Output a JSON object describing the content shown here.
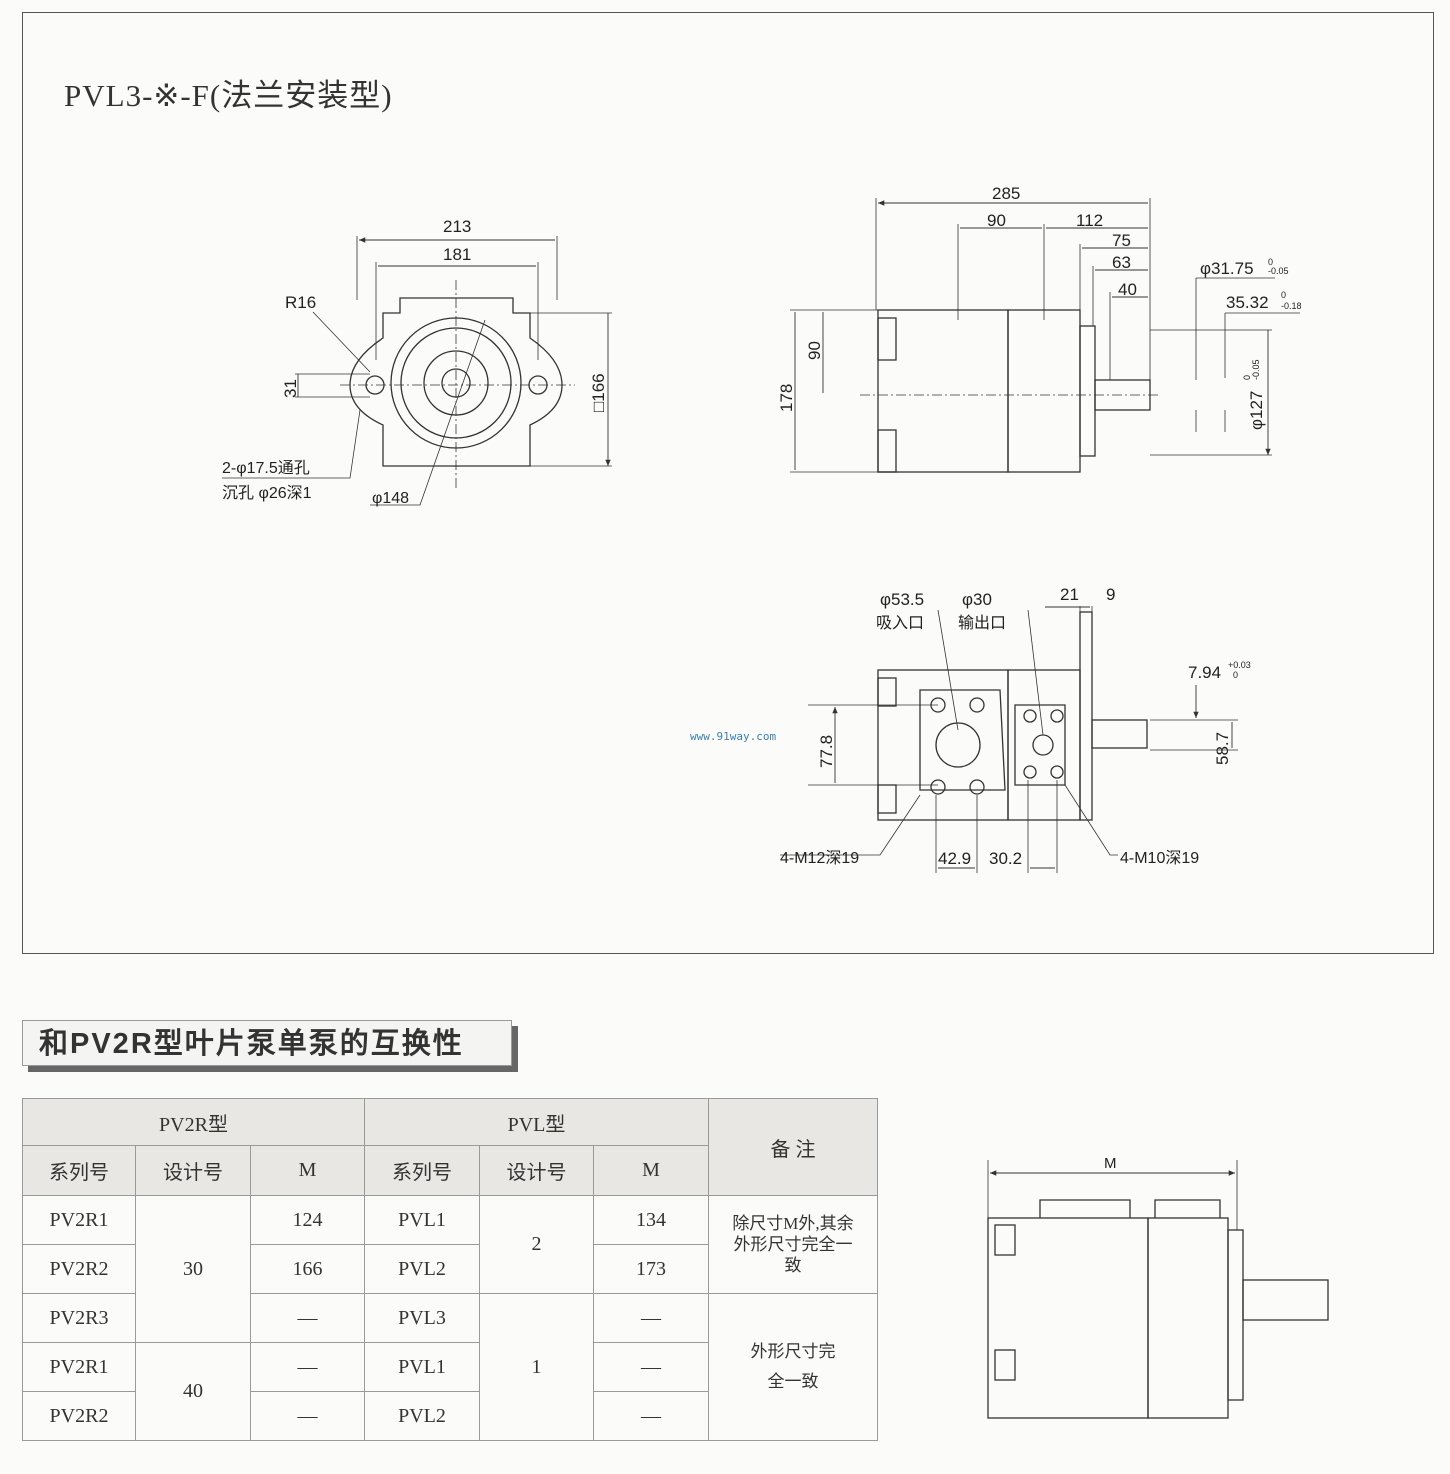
{
  "title": "PVL3-※-F(法兰安装型)",
  "front_view": {
    "d213": "213",
    "d181": "181",
    "r16": "R16",
    "d31": "31",
    "d166": "□166",
    "hole1": "2-φ17.5通孔",
    "hole2": "沉孔 φ26深1",
    "d148": "φ148"
  },
  "side_view": {
    "d285": "285",
    "d90": "90",
    "d112": "112",
    "d75": "75",
    "d63": "63",
    "d40": "40",
    "d178": "178",
    "d90v": "90",
    "shaft": "φ31.75",
    "shaft_tol_up": "0",
    "shaft_tol_lo": "-0.05",
    "key": "35.32",
    "key_tol_up": "0",
    "key_tol_lo": "-0.18",
    "pilot": "φ127",
    "pilot_tol_up": "0",
    "pilot_tol_lo": "-0.05"
  },
  "bottom_view": {
    "in_dia": "φ53.5",
    "in_label": "吸入口",
    "out_dia": "φ30",
    "out_label": "输出口",
    "d21": "21",
    "d9": "9",
    "keyw": "7.94",
    "keyw_tol_up": "+0.03",
    "keyw_tol_lo": "0",
    "d778": "77.8",
    "d587": "58.7",
    "m12": "4-M12深19",
    "m10": "4-M10深19",
    "d429": "42.9",
    "d302": "30.2"
  },
  "watermark": "www.91way.com",
  "section_title": "和PV2R型叶片泵单泵的互换性",
  "table": {
    "group_pv2r": "PV2R型",
    "group_pvl": "PVL型",
    "remark": "备 注",
    "cols": [
      "系列号",
      "设计号",
      "M",
      "系列号",
      "设计号",
      "M"
    ],
    "rows": [
      [
        "PV2R1",
        "124",
        "PVL1",
        "134"
      ],
      [
        "PV2R2",
        "166",
        "PVL2",
        "173"
      ],
      [
        "PV2R3",
        "—",
        "PVL3",
        "—"
      ],
      [
        "PV2R1",
        "—",
        "PVL1",
        "—"
      ],
      [
        "PV2R2",
        "—",
        "PVL2",
        "—"
      ]
    ],
    "design_pv2r": [
      "30",
      "40"
    ],
    "design_pvl": [
      "2",
      "1"
    ],
    "remarks": [
      "除尺寸M外,其余外形尺寸完全一致",
      "外形尺寸完全一致"
    ]
  },
  "small_drawing": {
    "m": "M"
  }
}
